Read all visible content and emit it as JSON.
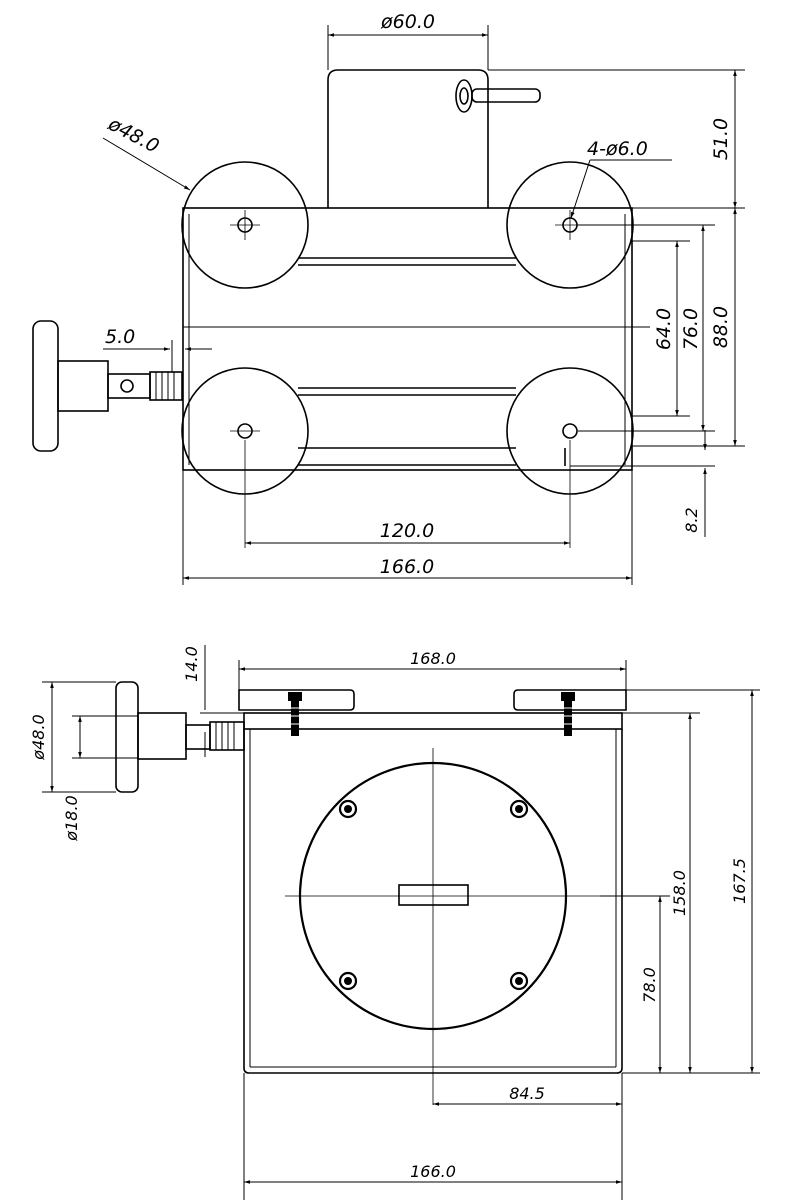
{
  "top_view": {
    "dim_dia60": "ø60.0",
    "dim_51": "51.0",
    "dim_dia48": "ø48.0",
    "dim_holes": "4-ø6.0",
    "dim_64": "64.0",
    "dim_76": "76.0",
    "dim_88": "88.0",
    "dim_5": "5.0",
    "dim_8_2": "8.2",
    "dim_120": "120.0",
    "dim_166": "166.0"
  },
  "bottom_view": {
    "dim_168": "168.0",
    "dim_14": "14.0",
    "dim_dia48": "ø48.0",
    "dim_dia18": "ø18.0",
    "dim_158": "158.0",
    "dim_167_5": "167.5",
    "dim_78": "78.0",
    "dim_84_5": "84.5",
    "dim_166": "166.0"
  }
}
